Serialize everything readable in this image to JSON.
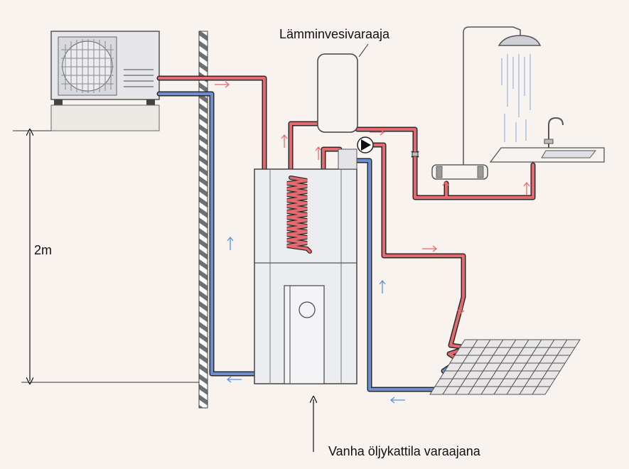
{
  "labels": {
    "water_heater": "Lämminvesivaraaja",
    "old_boiler": "Vanha öljykattila varaajana",
    "height": "2m"
  },
  "colors": {
    "hot_pipe": "#e56a6f",
    "cold_pipe": "#6d8fd0",
    "pipe_outline": "#2a2a2a",
    "hot_arrow": "#e86a6a",
    "cold_arrow": "#5a8fe0",
    "background": "#f8f3ef"
  }
}
